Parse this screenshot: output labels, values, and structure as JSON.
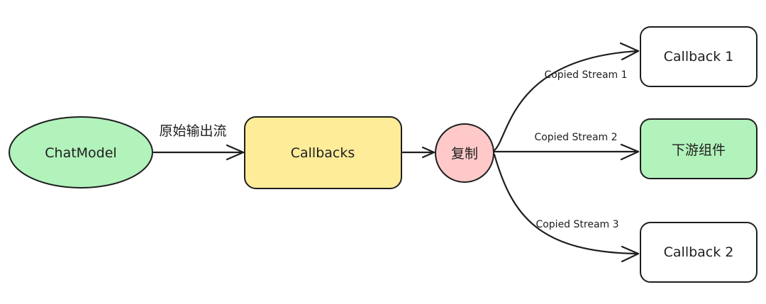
{
  "nodes": {
    "chatmodel": {
      "label": "ChatModel",
      "fill": "#b2f2bb"
    },
    "callbacks": {
      "label": "Callbacks",
      "fill": "#ffec99"
    },
    "copy": {
      "label": "复制",
      "fill": "#ffc9c9"
    },
    "callback1": {
      "label": "Callback 1",
      "fill": "#ffffff"
    },
    "downstream": {
      "label": "下游组件",
      "fill": "#b2f2bb"
    },
    "callback2": {
      "label": "Callback 2",
      "fill": "#ffffff"
    }
  },
  "edges": {
    "raw_stream": "原始输出流",
    "copied_1": "Copied Stream 1",
    "copied_2": "Copied Stream 2",
    "copied_3": "Copied Stream 3"
  },
  "colors": {
    "stroke": "#1e1e1e",
    "green": "#b2f2bb",
    "yellow": "#ffec99",
    "pink": "#ffc9c9"
  }
}
